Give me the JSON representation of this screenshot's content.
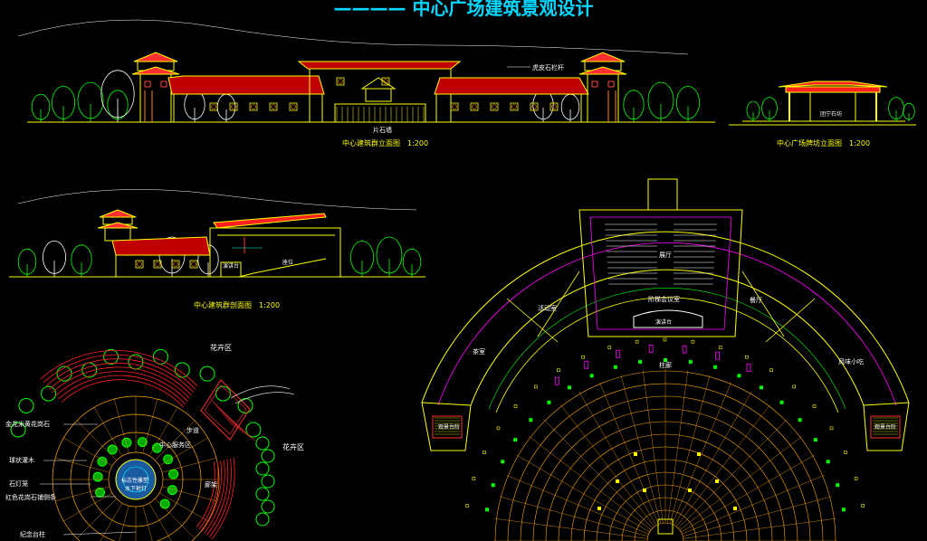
{
  "title": "———— 中心广场建筑景观设计",
  "colors": {
    "background": "#000000",
    "title": "#00d8ff",
    "yellow": "#ffff00",
    "red": "#ff2020",
    "green": "#00ff00",
    "white": "#ffffff",
    "magenta": "#ff00ff",
    "orange": "#ffa500",
    "cyan": "#00ffff"
  },
  "panels": {
    "elevation_main": {
      "caption": "中心建筑群立面图　1:200",
      "labels": {
        "paifang_stone": "虎皮石栏杆",
        "stone_wall": "片石墙"
      }
    },
    "elevation_gate": {
      "caption": "中心广场牌坊立面图　1:200",
      "labels": {
        "gate_name": "团宁石坊"
      }
    },
    "section": {
      "caption": "中心建筑群剖面图　1:200",
      "labels": {
        "stage": "演讲台",
        "seats": "座位"
      }
    },
    "plaza_plan": {
      "labels": {
        "flower_top": "花卉区",
        "flower_right": "花卉区",
        "granite": "金花米黄花岗石",
        "shrub": "球状灌木",
        "lamp": "石灯笼",
        "red_granite": "红色花岗石铺侧条",
        "monument": "纪念台柱",
        "center_stage": "中心服务区",
        "fountain_1": "标志性雕塑",
        "fountain_2": "水下射灯",
        "path": "步道",
        "pergola": "廊架"
      }
    },
    "building_plan": {
      "labels": {
        "hall": "展厅",
        "activity": "活动室",
        "tea": "茶室",
        "lecture": "阶梯会议室",
        "podium": "演讲台",
        "restaurant": "餐厅",
        "snack": "风味小吃",
        "corridor": "柱廊",
        "stair_left": "观景台阶",
        "stair_right": "观景台阶"
      }
    }
  }
}
